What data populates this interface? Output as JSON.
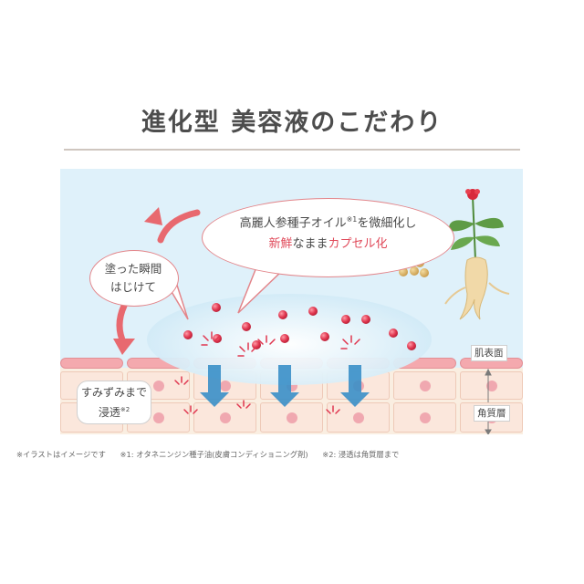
{
  "title": "進化型 美容液のこだわり",
  "bubble": {
    "line1_a": "高麗人参種子オイル",
    "line1_note": "※1",
    "line1_b": "を微細化し",
    "line2_accent_a": "新鮮",
    "line2_mid": "なまま",
    "line2_accent_b": "カプセル化"
  },
  "left_bubble": {
    "line1": "塗った瞬間",
    "line2": "はじけて"
  },
  "callout": {
    "line1": "すみずみまで",
    "line2": "浸透",
    "note": "※2"
  },
  "labels": {
    "surface": "肌表面",
    "layer": "角質層"
  },
  "footnotes": [
    "※イラストはイメージです",
    "※1: オタネニンジン種子油(皮膚コンディショニング剤)",
    "※2: 浸透は角質層まで"
  ],
  "colors": {
    "accent": "#e04a5a",
    "panel_bg": "#dff1fa",
    "arrow_red": "#e8696f",
    "arrow_blue": "#3a8fc8"
  }
}
